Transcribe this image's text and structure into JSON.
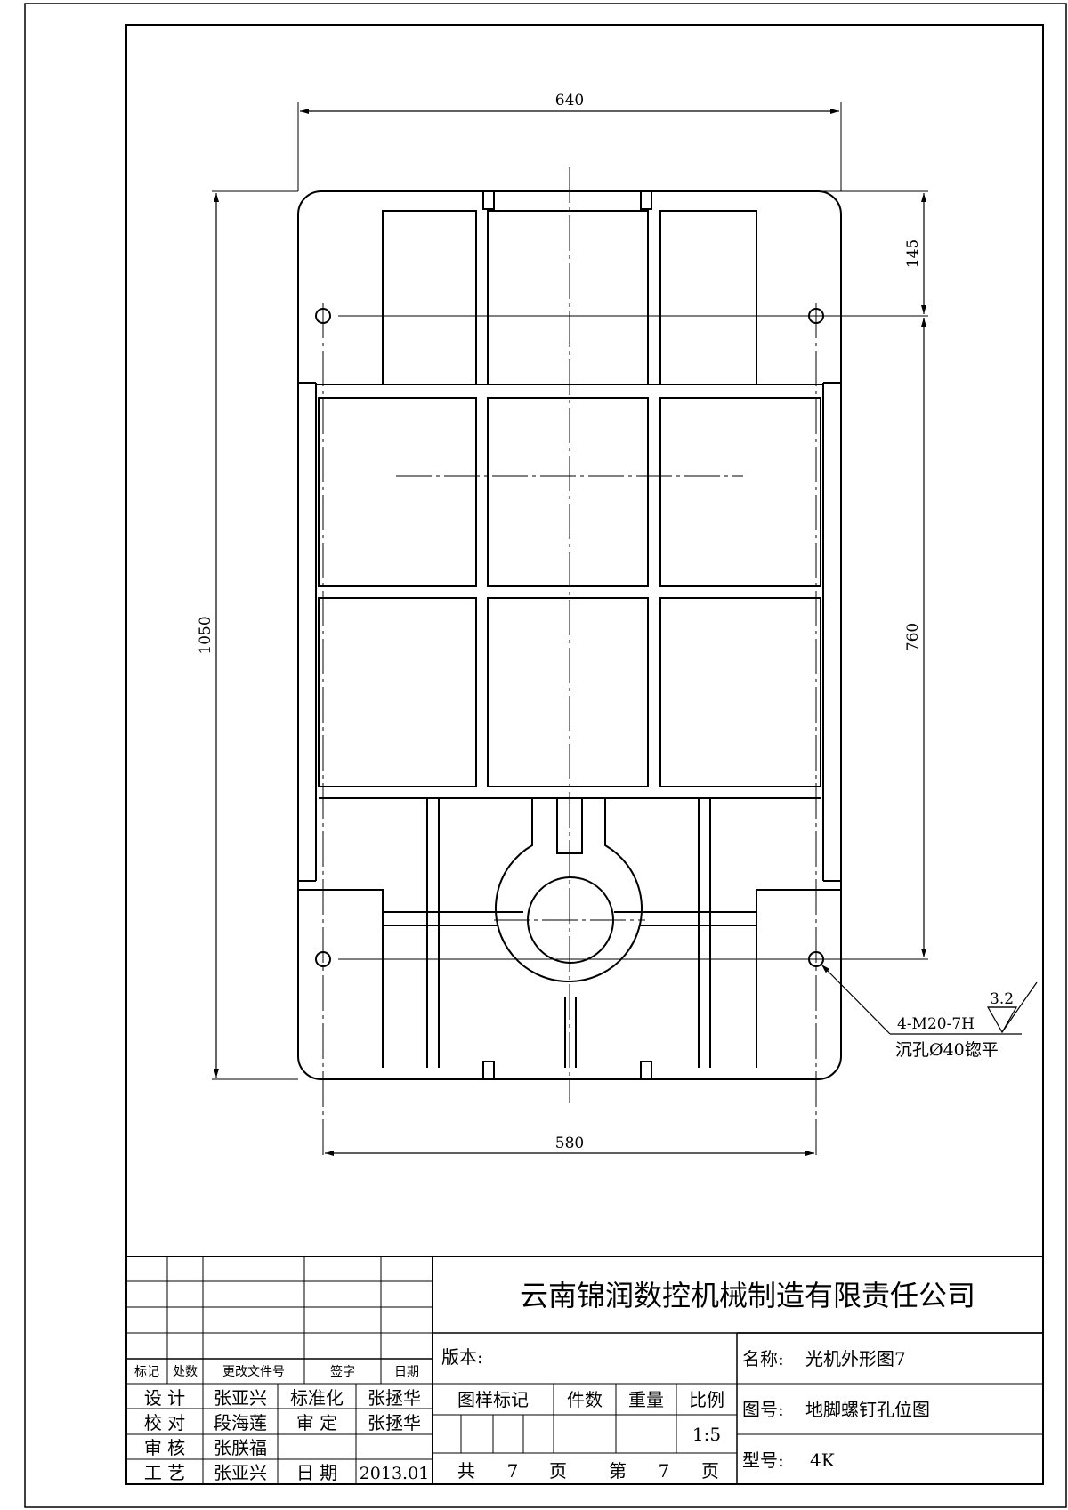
{
  "drawing": {
    "dimensions": {
      "overall_width": "640",
      "overall_height": "1050",
      "hole_spacing_x": "580",
      "top_to_hole": "145",
      "hole_spacing_y": "760"
    },
    "hole_note": {
      "spec": "4-M20-7H",
      "counterbore": "沉孔Ø40锪平",
      "roughness": "3.2"
    }
  },
  "title_block": {
    "company": "云南锦润数控机械制造有限责任公司",
    "revision_headers": [
      "标记",
      "处数",
      "更改文件号",
      "签字",
      "日期"
    ],
    "version_label": "版本:",
    "name_label": "名称:",
    "name_value": "光机外形图7",
    "drawing_no_label": "图号:",
    "drawing_no_value": "地脚螺钉孔位图",
    "model_label": "型号:",
    "model_value": "4K",
    "stage_mark_label": "图样标记",
    "quantity_label": "件数",
    "weight_label": "重量",
    "scale_label": "比例",
    "scale_value": "1:5",
    "total_label": "共",
    "total_value": "7",
    "page_unit": "页",
    "sheet_label": "第",
    "sheet_value": "7",
    "signatures": {
      "design_label": "设 计",
      "design_name": "张亚兴",
      "standard_label": "标准化",
      "standard_name": "张拯华",
      "check_label": "校 对",
      "check_name": "段海莲",
      "approve_label": "审 定",
      "approve_name": "张拯华",
      "review_label": "审 核",
      "review_name": "张朕福",
      "process_label": "工 艺",
      "process_name": "张亚兴",
      "date_label": "日 期",
      "date_value": "2013.01"
    }
  }
}
